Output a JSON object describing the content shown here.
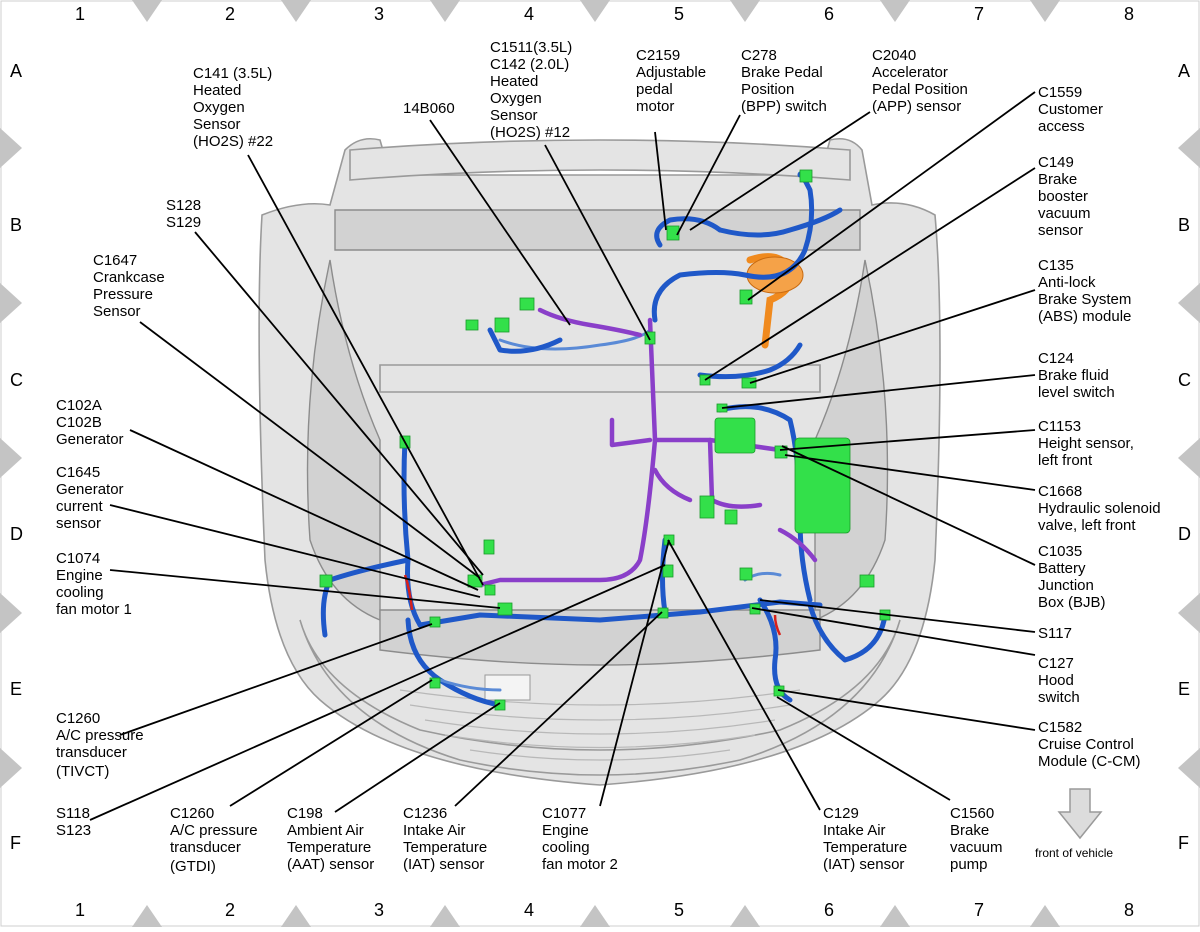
{
  "columns": [
    "1",
    "2",
    "3",
    "4",
    "5",
    "6",
    "7",
    "8"
  ],
  "rows": [
    "A",
    "B",
    "C",
    "D",
    "E",
    "F"
  ],
  "labels": {
    "c141": [
      "C141 (3.5L)",
      "Heated",
      "Oxygen",
      "Sensor",
      "(HO2S) #22"
    ],
    "c1511": [
      "C1511(3.5L)",
      "C142 (2.0L)",
      "Heated",
      "Oxygen",
      "Sensor",
      "(HO2S) #12"
    ],
    "b14": [
      "14B060"
    ],
    "c2159": [
      "C2159",
      "Adjustable",
      "pedal",
      "motor"
    ],
    "c278": [
      "C278",
      "Brake Pedal",
      "Position",
      "(BPP) switch"
    ],
    "c2040": [
      "C2040",
      "Accelerator",
      "Pedal Position",
      "(APP) sensor"
    ],
    "c1559": [
      "C1559",
      "Customer",
      "access"
    ],
    "c149": [
      "C149",
      "Brake",
      "booster",
      "vacuum",
      "sensor"
    ],
    "c135": [
      "C135",
      "Anti-lock",
      "Brake System",
      "(ABS) module"
    ],
    "c124": [
      "C124",
      "Brake fluid",
      "level switch"
    ],
    "c1153": [
      "C1153",
      "Height sensor,",
      "left front"
    ],
    "c1668": [
      "C1668",
      "Hydraulic solenoid",
      "valve, left front"
    ],
    "c1035": [
      "C1035",
      "Battery",
      "Junction",
      "Box (BJB)"
    ],
    "s117": [
      "S117"
    ],
    "c127": [
      "C127",
      "Hood",
      "switch"
    ],
    "c1582": [
      "C1582",
      "Cruise Control",
      "Module (C-CM)"
    ],
    "s128": [
      "S128",
      "S129"
    ],
    "c1647": [
      "C1647",
      "Crankcase",
      "Pressure",
      "Sensor"
    ],
    "c102": [
      "C102A",
      "C102B",
      "Generator"
    ],
    "c1645": [
      "C1645",
      "Generator",
      "current",
      "sensor"
    ],
    "c1074": [
      "C1074",
      "Engine",
      "cooling",
      "fan motor 1"
    ],
    "c1260a": [
      "C1260",
      "A/C pressure",
      "transducer",
      "(TIVCT)"
    ],
    "s118": [
      "S118",
      "S123"
    ],
    "c1260b": [
      "C1260",
      "A/C pressure",
      "transducer",
      "(GTDI)"
    ],
    "c198": [
      "C198",
      "Ambient Air",
      "Temperature",
      "(AAT) sensor"
    ],
    "c1236": [
      "C1236",
      "Intake Air",
      "Temperature",
      "(IAT) sensor"
    ],
    "c1077": [
      "C1077",
      "Engine",
      "cooling",
      "fan motor 2"
    ],
    "c129": [
      "C129",
      "Intake Air",
      "Temperature",
      "(IAT) sensor"
    ],
    "c1560": [
      "C1560",
      "Brake",
      "vacuum",
      "pump"
    ]
  },
  "front_of_vehicle": "front of vehicle",
  "colors": {
    "harness_blue": "#1f58c8",
    "harness_purple": "#8a3fc9",
    "connector_green": "#33e04a",
    "vacuum_hose_orange": "#f08a1e",
    "grid_marker": "#bdbdbd"
  }
}
